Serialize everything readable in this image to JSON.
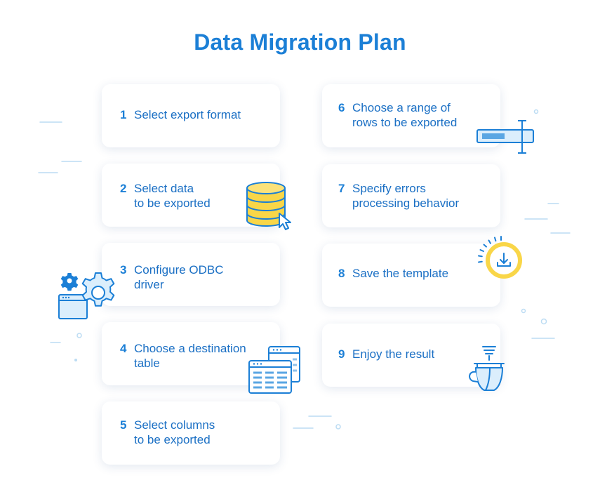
{
  "title": "Data Migration Plan",
  "steps": [
    {
      "num": "1",
      "line1": "Select export format",
      "line2": ""
    },
    {
      "num": "2",
      "line1": "Select data",
      "line2": "to be exported"
    },
    {
      "num": "3",
      "line1": "Configure ODBC",
      "line2": "driver"
    },
    {
      "num": "4",
      "line1": "Choose a destination",
      "line2": "table"
    },
    {
      "num": "5",
      "line1": "Select columns",
      "line2": "to be exported"
    },
    {
      "num": "6",
      "line1": "Choose a range of",
      "line2": "rows to be exported"
    },
    {
      "num": "7",
      "line1": "Specify errors",
      "line2": "processing behavior"
    },
    {
      "num": "8",
      "line1": "Save the template",
      "line2": ""
    },
    {
      "num": "9",
      "line1": "Enjoy the result",
      "line2": ""
    }
  ],
  "colors": {
    "accent": "#1b7fd6",
    "accent_dark": "#1a6fc4",
    "highlight": "#f9d648",
    "icon_fill": "#dbeefc"
  }
}
